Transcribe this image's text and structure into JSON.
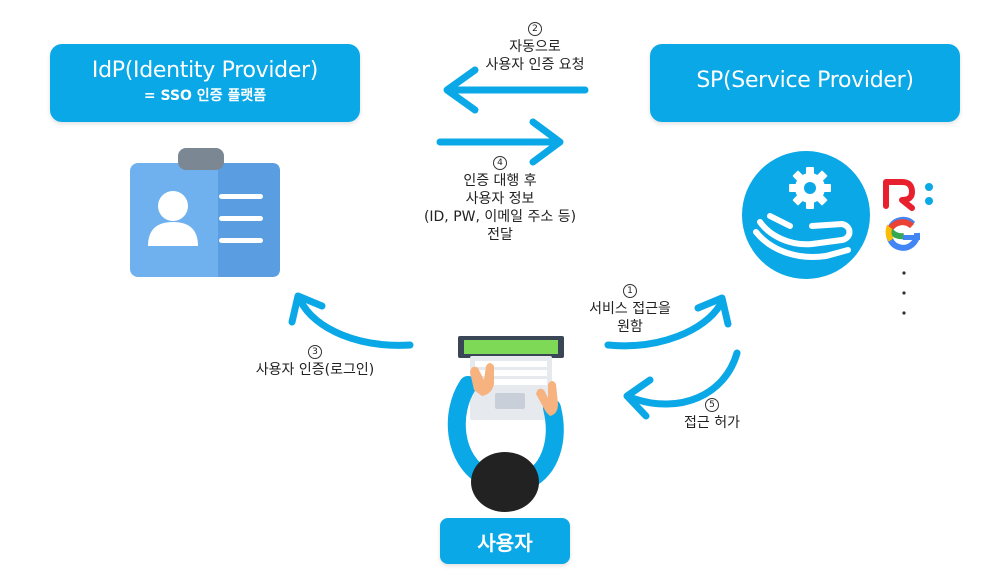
{
  "idp": {
    "title": "IdP(Identity Provider)",
    "subtitle": "= SSO 인증 플랫폼"
  },
  "sp": {
    "title": "SP(Service Provider)"
  },
  "user": {
    "title": "사용자"
  },
  "steps": {
    "s1": {
      "num": "1",
      "lines": [
        "서비스 접근을",
        "원함"
      ]
    },
    "s2": {
      "num": "2",
      "lines": [
        "자동으로",
        "사용자 인증 요청"
      ]
    },
    "s3": {
      "num": "3",
      "lines": [
        "사용자 인증(로그인)"
      ]
    },
    "s4": {
      "num": "4",
      "lines": [
        "인증 대행 후",
        "사용자 정보",
        "(ID, PW, 이메일 주소 등)",
        "전달"
      ]
    },
    "s5": {
      "num": "5",
      "lines": [
        "접근 허가"
      ]
    }
  },
  "colors": {
    "primary": "#0aa8e6",
    "card": "#6fb1ef",
    "card_dark": "#5a9de0"
  },
  "icons": [
    "id-card-icon",
    "service-hand-gear-icon",
    "r-logo-icon",
    "google-logo-icon",
    "laptop-user-icon"
  ]
}
